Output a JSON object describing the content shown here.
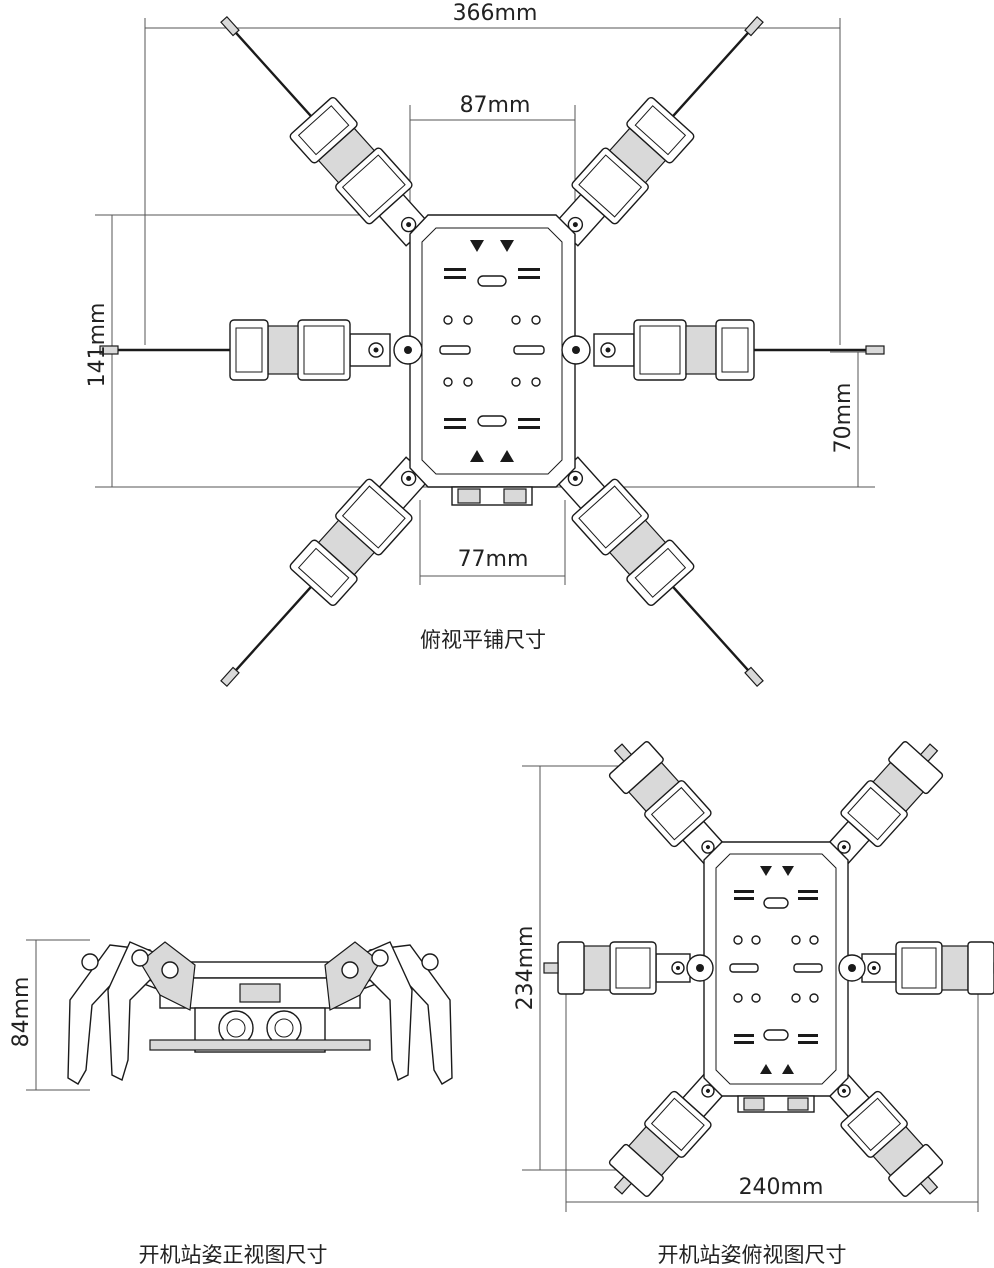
{
  "top_view": {
    "caption": "俯视平铺尺寸",
    "dim_width": "366mm",
    "dim_front": "87mm",
    "dim_rear": "77mm",
    "dim_length": "141mm",
    "dim_side": "70mm"
  },
  "front_view": {
    "caption": "开机站姿正视图尺寸",
    "dim_height": "84mm"
  },
  "stand_top_view": {
    "caption": "开机站姿俯视图尺寸",
    "dim_length": "234mm",
    "dim_width": "240mm"
  }
}
